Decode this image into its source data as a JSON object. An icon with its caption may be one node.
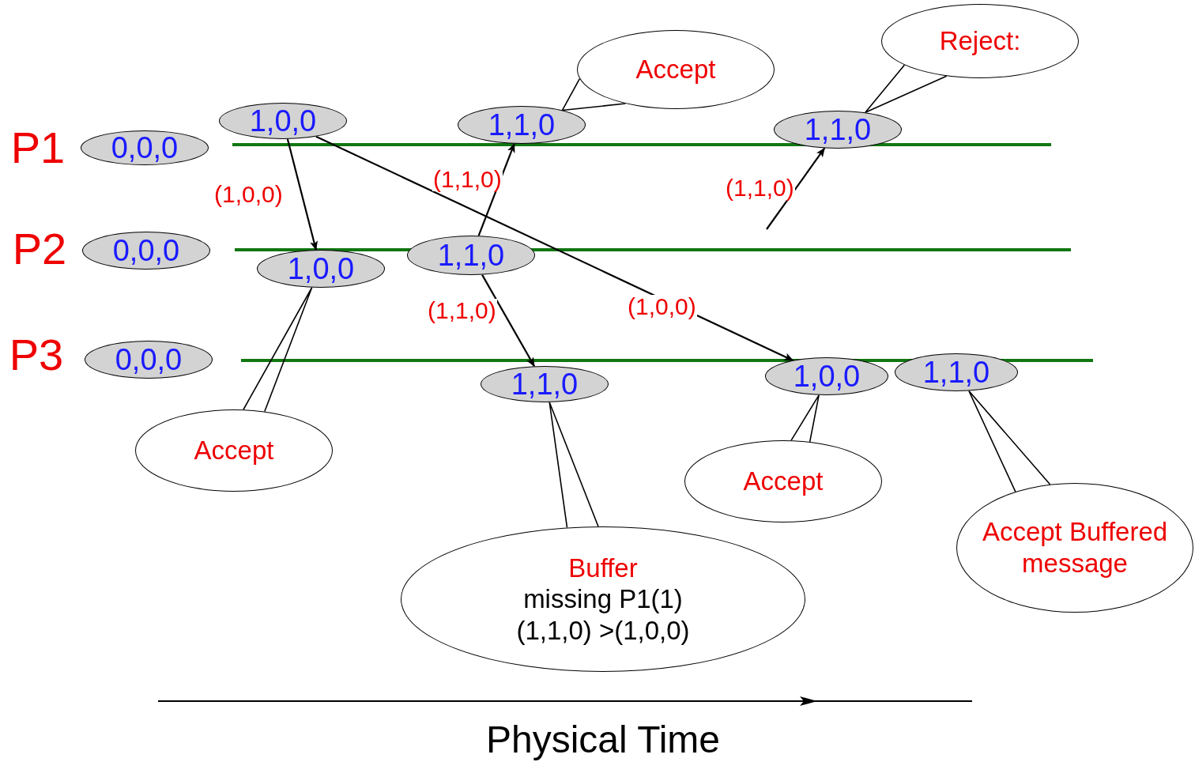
{
  "diagram": {
    "nodes": [
      {
        "text": [
          "0,0,0"
        ]
      },
      {
        "text": [
          "1,0,0"
        ]
      },
      {
        "text": [
          "1,1,0"
        ]
      },
      {
        "text": [
          "1,1,0"
        ]
      },
      {
        "text": [
          "0,0,0"
        ]
      },
      {
        "text": [
          "1,0,0"
        ]
      },
      {
        "text": [
          "1,1,0"
        ]
      },
      {
        "text": [
          "0,0,0"
        ]
      },
      {
        "text": [
          "1,1,0"
        ]
      },
      {
        "text": [
          "1,0,0"
        ]
      },
      {
        "text": [
          "1,1,0"
        ]
      },
      {
        "text": [
          "Reject:"
        ]
      },
      {
        "text": [
          "Accept"
        ]
      },
      {
        "text": [
          "Accept"
        ]
      },
      {
        "text": [
          "Buffer",
          "missing P1(1)",
          "(1,1,0) >(1,0,0)"
        ]
      },
      {
        "text": [
          "Accept"
        ]
      },
      {
        "text": [
          "Accept Buffered message"
        ]
      }
    ],
    "edges": [
      {
        "from": 1,
        "to": 5,
        "arrow": "to",
        "label": "(1,0,0)"
      },
      {
        "from": 1,
        "to": 9,
        "arrow": "to",
        "label": "(1,0,0)"
      },
      {
        "from": 6,
        "to": 2,
        "arrow": "to",
        "label": "(1,1,0)"
      },
      {
        "from": 6,
        "to": 8,
        "arrow": "to",
        "label": "(1,1,0)"
      },
      {
        "from": null,
        "to": 3,
        "arrow": "to",
        "label": "(1,1,0)"
      },
      {
        "from": 11,
        "to": 3,
        "arrow": "none"
      },
      {
        "from": 12,
        "to": 2,
        "arrow": "none"
      },
      {
        "from": 13,
        "to": 5,
        "arrow": "none"
      },
      {
        "from": 14,
        "to": 8,
        "arrow": "none"
      },
      {
        "from": 15,
        "to": 9,
        "arrow": "none"
      },
      {
        "from": 16,
        "to": 10,
        "arrow": "none"
      }
    ],
    "labels": [
      "P1",
      "P2",
      "P3",
      "Physical Time"
    ]
  }
}
